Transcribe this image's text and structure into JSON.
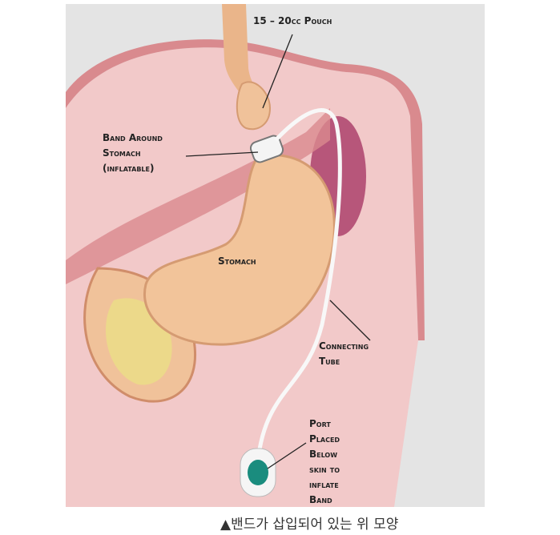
{
  "labels": {
    "pouch": "15 – 20cc Pouch",
    "band": "Band Around\nStomach\n(inflatable)",
    "stomach": "Stomach",
    "tube": "Connecting\nTube",
    "port": "Port\nPlaced\nBelow\nskin to\ninflate\nBand"
  },
  "caption": "▲밴드가 삽입되어 있는 위 모양",
  "colors": {
    "background": "#d8d8d8",
    "wall": "#d98a8e",
    "stomach": "#f2c49a",
    "port": "#1a8c7e",
    "fat": "#ecd98a"
  }
}
